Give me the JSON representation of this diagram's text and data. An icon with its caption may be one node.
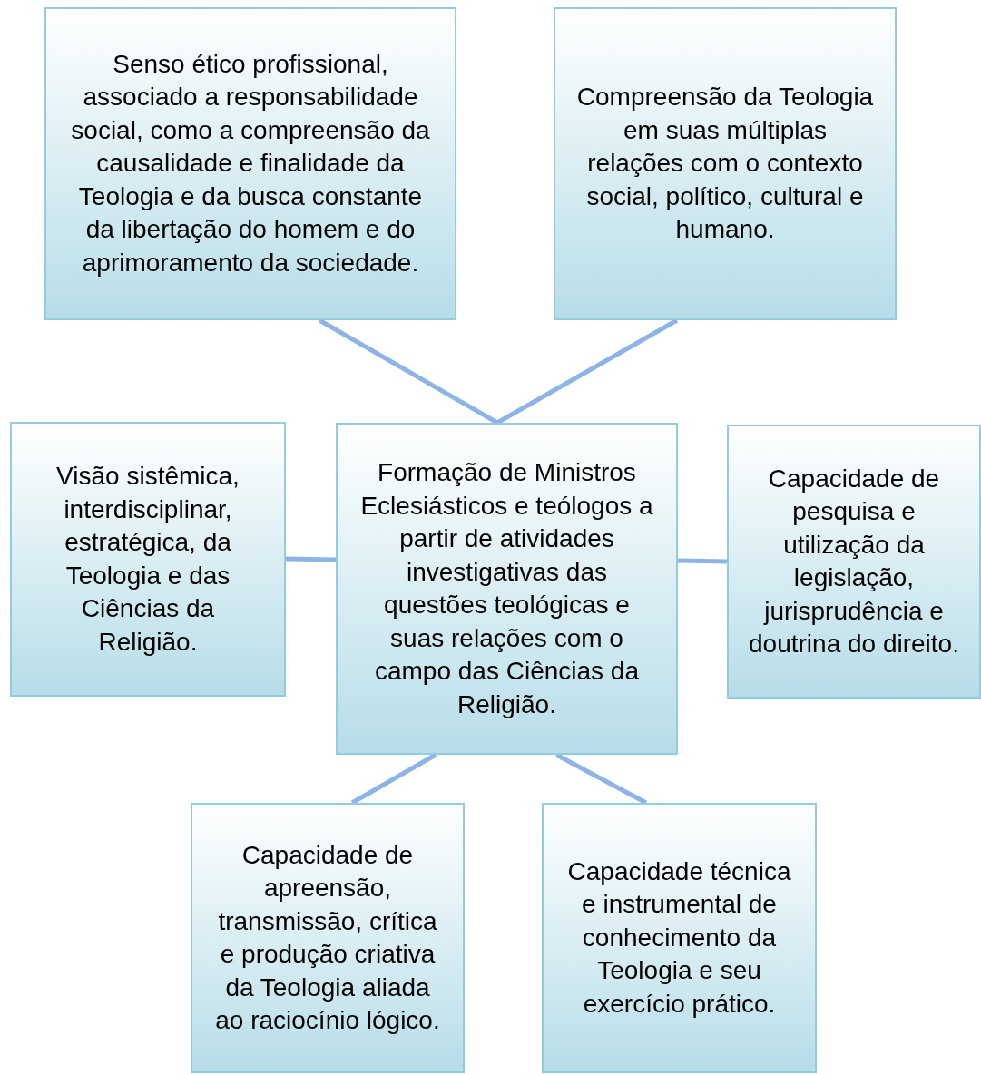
{
  "diagram": {
    "nodes": [
      {
        "text": [
          "Formação de Ministros Eclesiásticos e teólogos a partir de atividades investigativas das questões teológicas e suas relações com o campo das Ciências da Religião."
        ]
      },
      {
        "text": [
          "Senso ético profissional, associado a responsabilidade social, como a compreensão da causalidade e finalidade da Teologia e da busca constante da libertação do homem e do aprimoramento da sociedade."
        ]
      },
      {
        "text": [
          "Compreensão da Teologia em suas múltiplas relações com o contexto social, político, cultural e humano."
        ]
      },
      {
        "text": [
          "Visão sistêmica, interdisciplinar, estratégica, da Teologia e das Ciências da Religião."
        ]
      },
      {
        "text": [
          "Capacidade de pesquisa e utilização da legislação, jurisprudência e doutrina do direito."
        ]
      },
      {
        "text": [
          "Capacidade de apreensão, transmissão, crítica e produção criativa da Teologia aliada ao raciocínio lógico."
        ]
      },
      {
        "text": [
          "Capacidade técnica e instrumental de conhecimento da Teologia e seu exercício prático."
        ]
      }
    ],
    "edges": [
      {
        "from": 1,
        "to": 0,
        "arrow": "none"
      },
      {
        "from": 2,
        "to": 0,
        "arrow": "none"
      },
      {
        "from": 3,
        "to": 0,
        "arrow": "none"
      },
      {
        "from": 0,
        "to": 4,
        "arrow": "none"
      },
      {
        "from": 0,
        "to": 5,
        "arrow": "none"
      },
      {
        "from": 0,
        "to": 6,
        "arrow": "none"
      }
    ]
  }
}
